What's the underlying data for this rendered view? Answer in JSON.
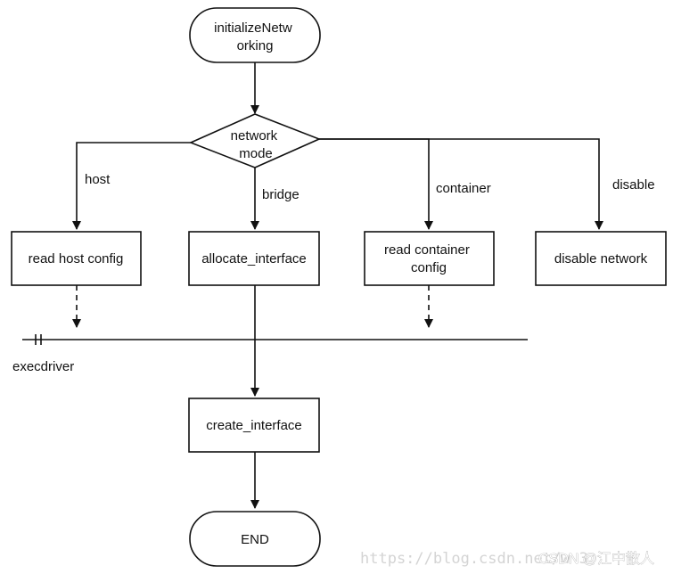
{
  "nodes": {
    "start": {
      "lines": [
        "initializeNetw",
        "orking"
      ]
    },
    "decision": {
      "lines": [
        "network",
        "mode"
      ]
    },
    "read_host_config": {
      "lines": [
        "read host config"
      ]
    },
    "allocate_interface": {
      "lines": [
        "allocate_interface"
      ]
    },
    "read_container_config": {
      "lines": [
        "read container",
        "config"
      ]
    },
    "disable_network": {
      "lines": [
        "disable network"
      ]
    },
    "create_interface": {
      "lines": [
        "create_interface"
      ]
    },
    "end": {
      "lines": [
        "END"
      ]
    }
  },
  "edges": {
    "host": "host",
    "bridge": "bridge",
    "container": "container",
    "disable": "disable"
  },
  "boundary_label": "execdriver",
  "watermark": {
    "url": "https://blog.csdn.net/w    3",
    "brand": "CSDN @江中散人"
  },
  "colors": {
    "stroke": "#111111",
    "background": "#ffffff",
    "watermark": "#d4d4d4"
  }
}
